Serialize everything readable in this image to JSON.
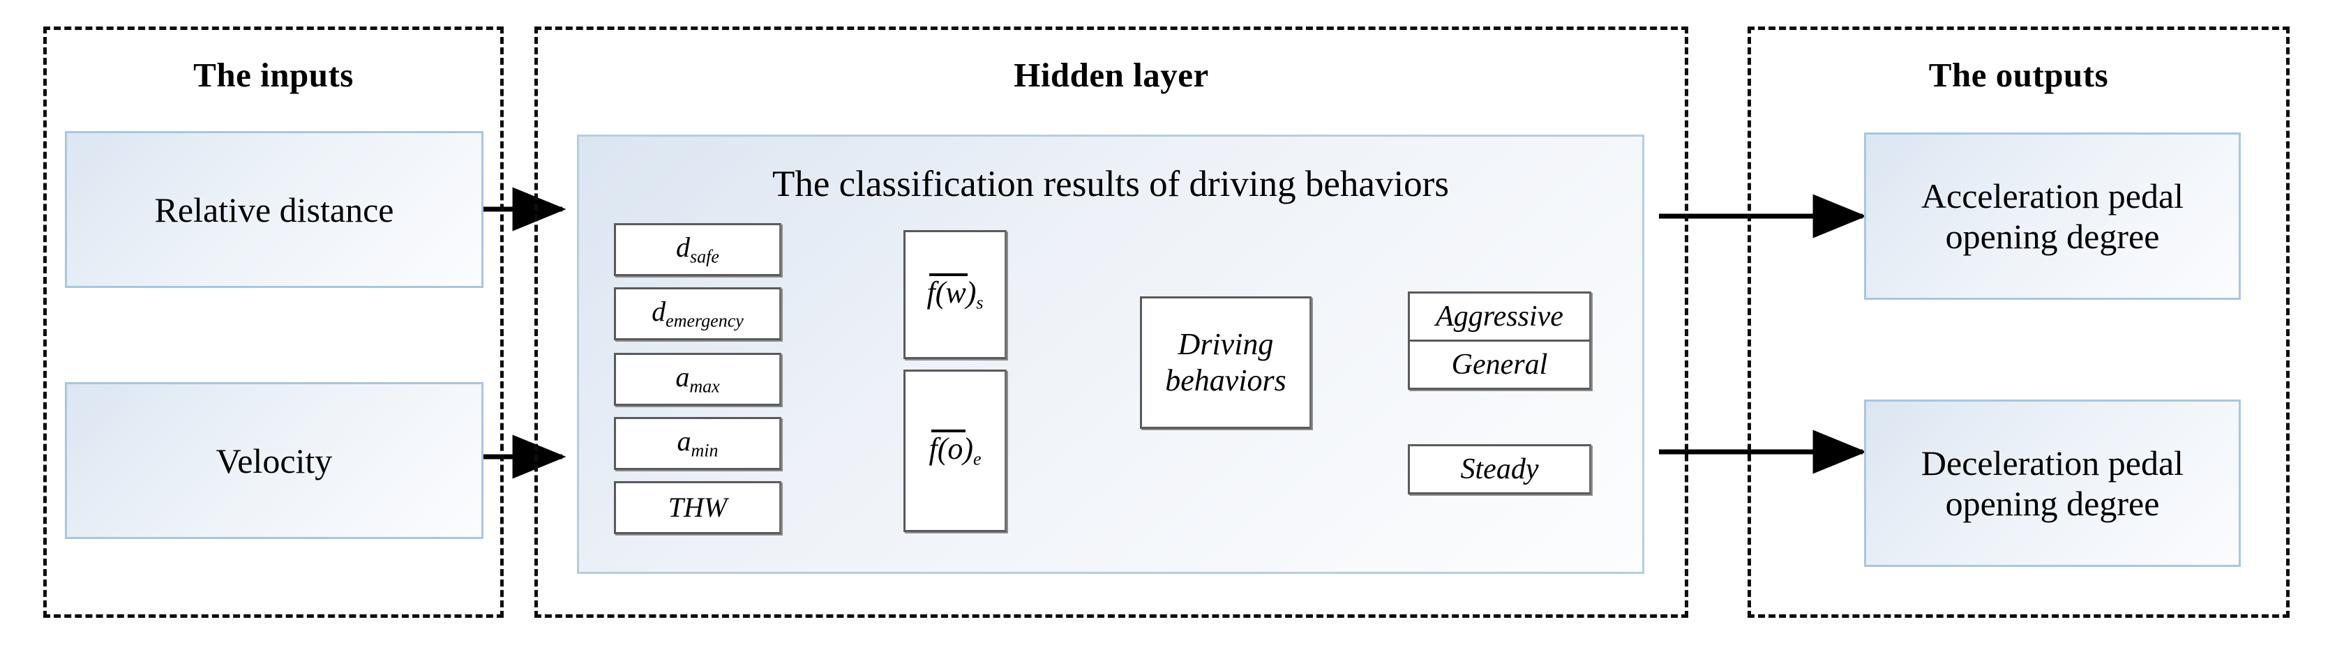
{
  "diagram": {
    "title_inputs": "The inputs",
    "title_hidden": "Hidden layer",
    "title_outputs": "The outputs",
    "colors": {
      "panel_border": "#0d0d0d",
      "blue_box_border": "#a9c6e0",
      "blue_box_fill": "#dce6f1",
      "white_box_border": "#5a5a5a",
      "arrow": "#000000"
    }
  },
  "inputs": {
    "boxes": [
      {
        "label": "Relative distance"
      },
      {
        "label": "Velocity"
      }
    ]
  },
  "hidden": {
    "caption": "The classification results of driving behaviors",
    "features": [
      {
        "base": "d",
        "sub": "safe",
        "overbar": false
      },
      {
        "base": "d",
        "sub": "emergency",
        "overbar": false
      },
      {
        "base": "a",
        "sub": "max",
        "overbar": false
      },
      {
        "base": "a",
        "sub": "min",
        "overbar": false
      },
      {
        "base": "THW",
        "sub": "",
        "overbar": false
      }
    ],
    "feature_labels": [
      "d safe",
      "d emergency",
      "a max",
      "a min",
      "THW"
    ],
    "functions": [
      {
        "base": "f(w)",
        "sub": "s",
        "overbar": true
      },
      {
        "base": "f(o)",
        "sub": "e",
        "overbar": true
      }
    ],
    "function_labels": [
      "f(w)s",
      "f(o)e"
    ],
    "decision": {
      "line1": "Driving",
      "line2": "behaviors"
    },
    "classes": [
      {
        "label": "Aggressive"
      },
      {
        "label": "General"
      },
      {
        "label": "Steady"
      }
    ]
  },
  "outputs": {
    "boxes": [
      {
        "line1": "Acceleration pedal",
        "line2": "opening degree"
      },
      {
        "line1": "Deceleration pedal",
        "line2": "opening degree"
      }
    ]
  }
}
